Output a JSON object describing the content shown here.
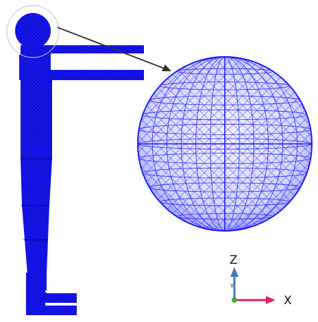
{
  "axes": {
    "vertical_label": "Z",
    "horizontal_label": "X",
    "origin_label": "Y"
  },
  "colors": {
    "mesh": "#1a1aff",
    "mesh_line": "#000099",
    "sphere_fill": "#e8e8ff",
    "callout_circle": "#c8c8c8",
    "leader": "#333333",
    "z_axis": "#3d74c8",
    "x_axis": "#e0245e",
    "y_axis": "#3fae3f"
  }
}
